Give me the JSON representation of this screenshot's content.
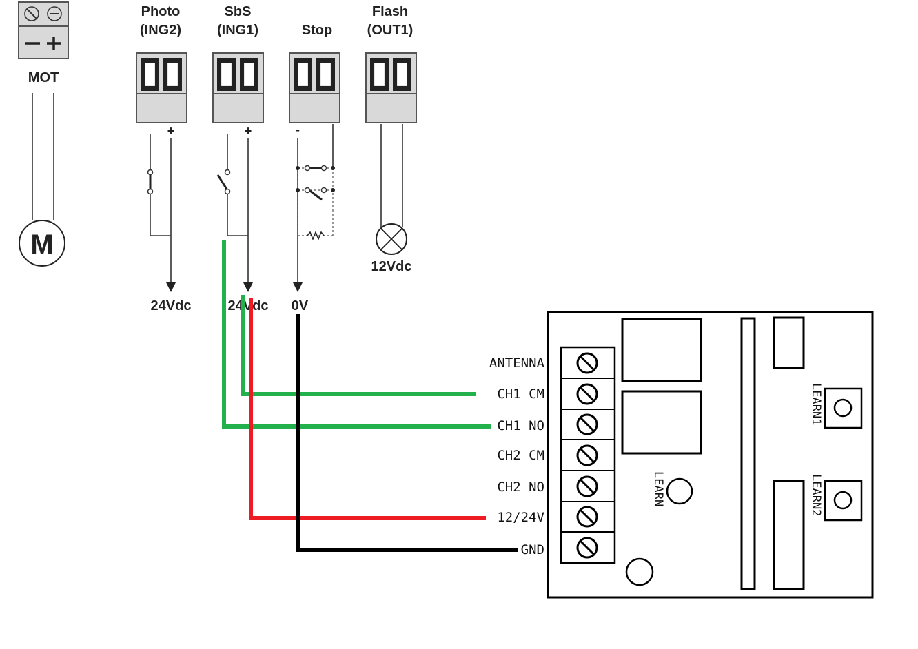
{
  "motor": {
    "terminal_label": "MOT",
    "symbol": "M"
  },
  "terminals": [
    {
      "id": "photo",
      "line1": "Photo",
      "line2": "(ING2)",
      "left_sign": "",
      "right_sign": "+",
      "supply": "24Vdc"
    },
    {
      "id": "sbs",
      "line1": "SbS",
      "line2": "(ING1)",
      "left_sign": "",
      "right_sign": "+",
      "supply": "24Vdc"
    },
    {
      "id": "stop",
      "line1": "",
      "line2": "Stop",
      "left_sign": "-",
      "right_sign": "",
      "supply": "0V"
    },
    {
      "id": "flash",
      "line1": "Flash",
      "line2": "(OUT1)",
      "left_sign": "",
      "right_sign": "",
      "supply": "12Vdc"
    }
  ],
  "receiver": {
    "pins": [
      "ANTENNA",
      "CH1 CM",
      "CH1 NO",
      "CH2 CM",
      "CH2 NO",
      "12/24V",
      "GND"
    ],
    "buttons": [
      "LEARN1",
      "LEARN2",
      "LEARN"
    ]
  },
  "wire_colors": {
    "green": "#22b14c",
    "red": "#ed1c24",
    "black": "#000000"
  }
}
